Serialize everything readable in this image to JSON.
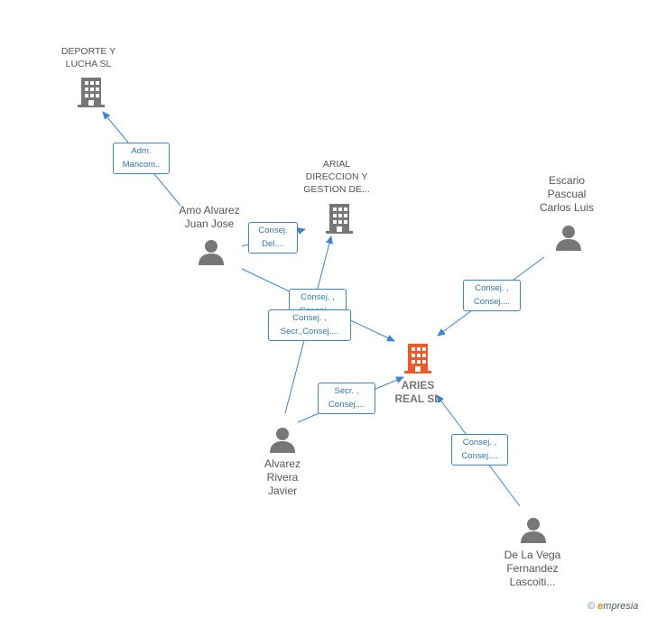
{
  "colors": {
    "edge": "#3a86d4",
    "person": "#777777",
    "company": "#777777",
    "main_company": "#ee5a24"
  },
  "nodes": {
    "deporte": {
      "label_lines": [
        "DEPORTE Y",
        "LUCHA SL"
      ],
      "icon": "building-icon"
    },
    "arial": {
      "label_lines": [
        "ARIAL",
        "DIRECCION Y",
        "GESTION DE..."
      ],
      "icon": "building-icon"
    },
    "aries": {
      "label_lines": [
        "ARIES",
        "REAL SL"
      ],
      "icon": "building-icon"
    },
    "amo": {
      "label_lines": [
        "Amo Alvarez",
        "Juan Jose"
      ],
      "icon": "person-icon"
    },
    "escario": {
      "label_lines": [
        "Escario",
        "Pascual",
        "Carlos Luis"
      ],
      "icon": "person-icon"
    },
    "alvarez": {
      "label_lines": [
        "Alvarez",
        "Rivera",
        "Javier"
      ],
      "icon": "person-icon"
    },
    "delavega": {
      "label_lines": [
        "De La Vega",
        "Fernandez",
        "Lascoiti..."
      ],
      "icon": "person-icon"
    }
  },
  "relations": {
    "amo_deporte": [
      "Adm.",
      "Mancom.."
    ],
    "amo_arial": [
      "Consej.",
      "Del...."
    ],
    "amo_aries": [
      "Consej. ,",
      "Consej...."
    ],
    "alvarez_arial": [
      "Consej. ,",
      "Secr.,Consej...."
    ],
    "escario_aries": [
      "Consej. ,",
      "Consej...."
    ],
    "alvarez_aries": [
      "Secr. ,",
      "Consej...."
    ],
    "delavega_aries": [
      "Consej. ,",
      "Consej...."
    ]
  },
  "watermark": {
    "copyright": "©",
    "brand_first": "e",
    "brand_rest": "mpresia"
  }
}
